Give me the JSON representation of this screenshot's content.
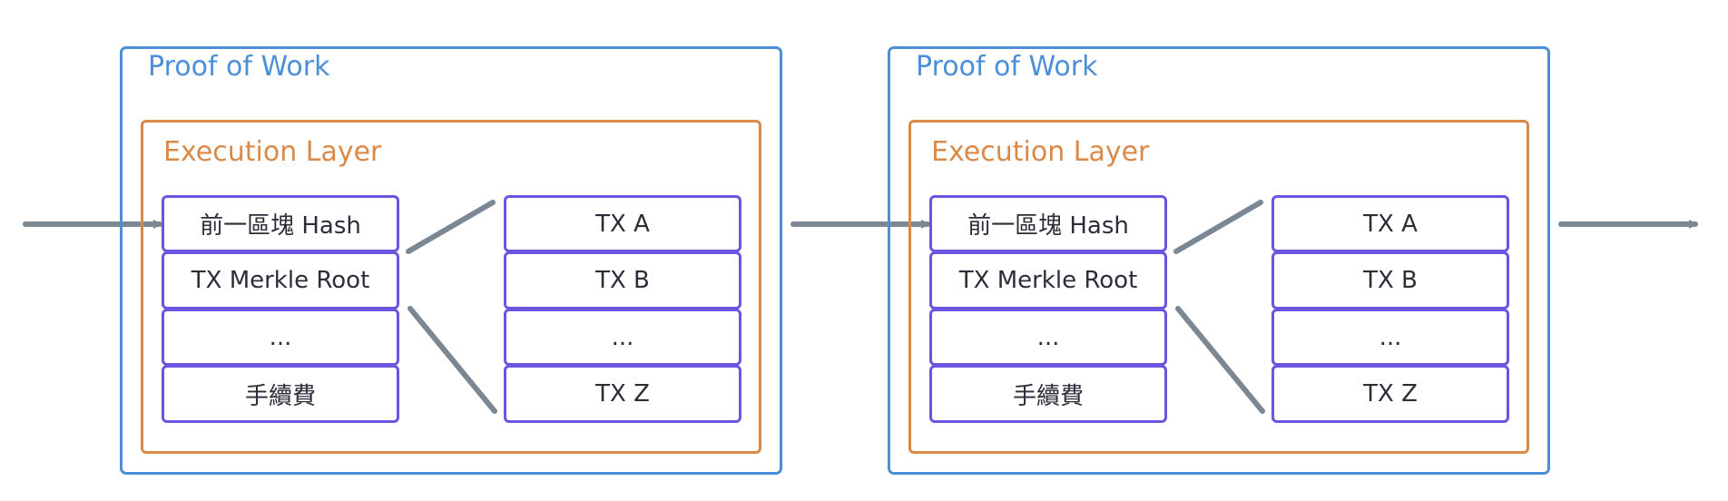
{
  "colors": {
    "proof_of_work": "#4a8fd8",
    "execution_layer": "#d98a48",
    "cell_border": "#6a55e0",
    "connector": "#7b8793",
    "text": "#2d2d3a"
  },
  "blocks": [
    {
      "pow_title": "Proof of Work",
      "exec_title": "Execution Layer",
      "header_fields": [
        "前一區塊 Hash",
        "TX Merkle Root",
        "...",
        "手續費"
      ],
      "transactions": [
        "TX A",
        "TX B",
        "...",
        "TX Z"
      ]
    },
    {
      "pow_title": "Proof of Work",
      "exec_title": "Execution Layer",
      "header_fields": [
        "前一區塊 Hash",
        "TX Merkle Root",
        "...",
        "手續費"
      ],
      "transactions": [
        "TX A",
        "TX B",
        "...",
        "TX Z"
      ]
    }
  ]
}
